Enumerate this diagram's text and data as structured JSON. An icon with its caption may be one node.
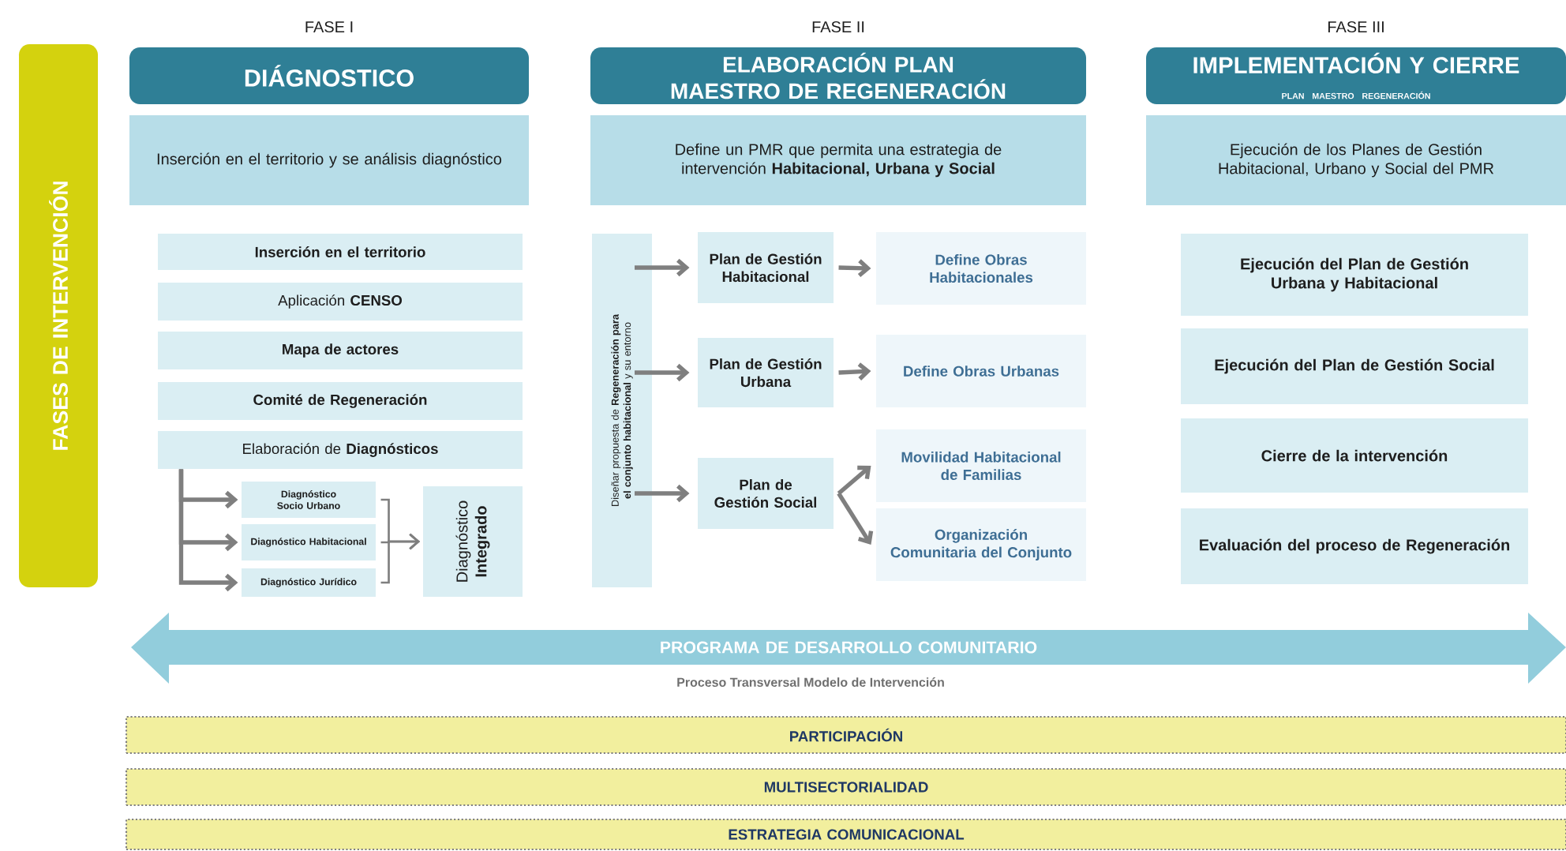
{
  "diagram": {
    "nodes": [
      {
        "text": [
          "FASES DE INTERVENCIÓN"
        ]
      },
      {
        "text": [
          "FASE I",
          "DIÁGNOSTICO"
        ]
      },
      {
        "text": [
          "Inserción en el territorio y se análisis diagnóstico"
        ]
      },
      {
        "text": [
          "Inserción en el territorio"
        ]
      },
      {
        "text": [
          "Aplicación **CENSO**"
        ]
      },
      {
        "text": [
          "Mapa de actores"
        ]
      },
      {
        "text": [
          "Comité de Regeneración"
        ]
      },
      {
        "text": [
          "Elaboración de **Diagnósticos**"
        ]
      },
      {
        "text": [
          "Diagnóstico Socio Urbano"
        ]
      },
      {
        "text": [
          "Diagnóstico Habitacional"
        ]
      },
      {
        "text": [
          "Diagnóstico Jurídico"
        ]
      },
      {
        "text": [
          "Diagnóstico **Integrado**"
        ]
      },
      {
        "text": [
          "FASE II",
          "ELABORACIÓN PLAN MAESTRO DE REGENERACIÓN"
        ]
      },
      {
        "text": [
          "Define un PMR que permita una estrategia de intervención **Habitacional, Urbana y Social**"
        ]
      },
      {
        "text": [
          "Diseñar propuesta de **Regeneración para el conjunto habitacional** y su entorno"
        ]
      },
      {
        "text": [
          "Plan de Gestión Habitacional"
        ]
      },
      {
        "text": [
          "Plan de Gestión Urbana"
        ]
      },
      {
        "text": [
          "Plan de Gestión Social"
        ]
      },
      {
        "text": [
          "Define Obras Habitacionales"
        ]
      },
      {
        "text": [
          "Define Obras Urbanas"
        ]
      },
      {
        "text": [
          "Movilidad Habitacional de Familias"
        ]
      },
      {
        "text": [
          "Organización Comunitaria del Conjunto"
        ]
      },
      {
        "text": [
          "FASE III",
          "IMPLEMENTACIÓN Y CIERRE",
          "PLAN MAESTRO REGENERACIÓN"
        ]
      },
      {
        "text": [
          "Ejecución de los Planes de Gestión Habitacional, Urbano y Social del PMR"
        ]
      },
      {
        "text": [
          "Ejecución del Plan de Gestión Urbana y Habitacional"
        ]
      },
      {
        "text": [
          "Ejecución del Plan de Gestión Social"
        ]
      },
      {
        "text": [
          "Cierre de la intervención"
        ]
      },
      {
        "text": [
          "Evaluación del proceso de Regeneración"
        ]
      },
      {
        "text": [
          "PROGRAMA DE DESARROLLO COMUNITARIO"
        ],
        "beside": [
          "Proceso Transversal Modelo de Intervención"
        ]
      },
      {
        "text": [
          "PARTICIPACIÓN"
        ]
      },
      {
        "text": [
          "MULTISECTORIALIDAD"
        ]
      },
      {
        "text": [
          "ESTRATEGIA COMUNICACIONAL"
        ]
      }
    ],
    "edges": [
      {
        "from": 7,
        "to": 8,
        "arrow": "to"
      },
      {
        "from": 7,
        "to": 9,
        "arrow": "to"
      },
      {
        "from": 7,
        "to": 10,
        "arrow": "to"
      },
      {
        "from": 8,
        "to": 11,
        "arrow": "to"
      },
      {
        "from": 9,
        "to": 11,
        "arrow": "to"
      },
      {
        "from": 10,
        "to": 11,
        "arrow": "to"
      },
      {
        "from": 14,
        "to": 15,
        "arrow": "to"
      },
      {
        "from": 14,
        "to": 16,
        "arrow": "to"
      },
      {
        "from": 14,
        "to": 17,
        "arrow": "to"
      },
      {
        "from": 15,
        "to": 18,
        "arrow": "to"
      },
      {
        "from": 16,
        "to": 19,
        "arrow": "to"
      },
      {
        "from": 17,
        "to": 20,
        "arrow": "to"
      },
      {
        "from": 17,
        "to": 21,
        "arrow": "to"
      }
    ]
  }
}
